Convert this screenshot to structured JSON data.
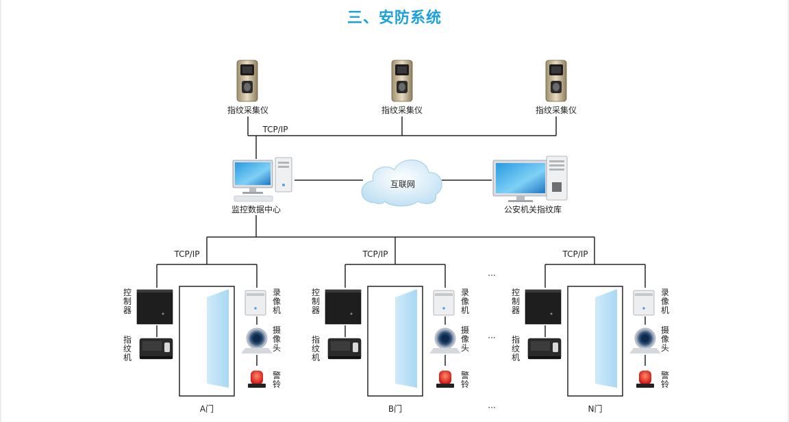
{
  "title": "三、安防系统",
  "colors": {
    "accent": "#1aa0dc",
    "line": "#222222",
    "door_glass": "#bfe3f7"
  },
  "top": {
    "devices": [
      "指纹采集仪",
      "指纹采集仪",
      "指纹采集仪"
    ],
    "net_label": "TCP/IP"
  },
  "middle": {
    "center": "监控数据中心",
    "cloud": "互联网",
    "police": "公安机关指纹库"
  },
  "doors": [
    {
      "tcp": "TCP/IP",
      "controller": "控制器",
      "finger": "指纹机",
      "recorder": "录像机",
      "camera": "摄像头",
      "alarm": "警铃",
      "name": "A门"
    },
    {
      "tcp": "TCP/IP",
      "controller": "控制器",
      "finger": "指纹机",
      "recorder": "录像机",
      "camera": "摄像头",
      "alarm": "警铃",
      "name": "B门"
    },
    {
      "tcp": "TCP/IP",
      "controller": "控制器",
      "finger": "指纹机",
      "recorder": "录像机",
      "camera": "摄像头",
      "alarm": "警铃",
      "name": "N门"
    }
  ],
  "ellipsis": "···"
}
